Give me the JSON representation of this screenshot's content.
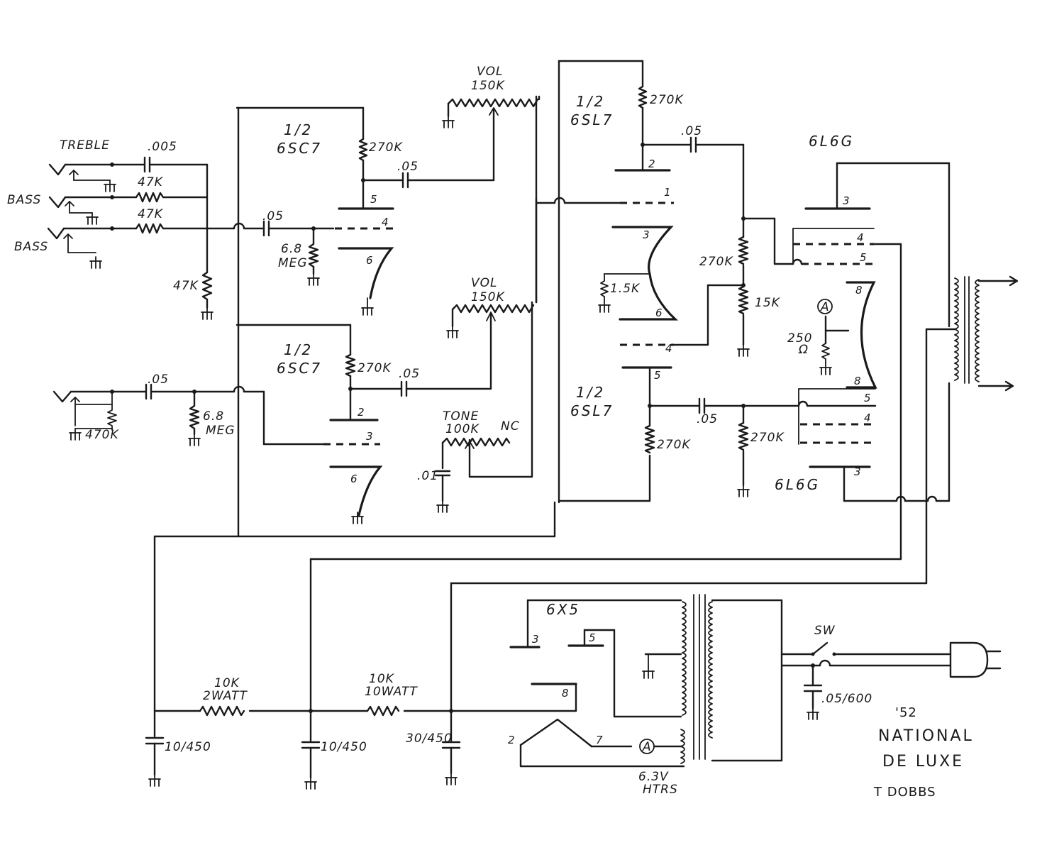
{
  "labels": {
    "treble": "TREBLE",
    "bass1": "BASS",
    "bass2": "BASS",
    "c_005": ".005",
    "r47k_a": "47K",
    "r47k_b": "47K",
    "r47k_c": "47K",
    "c05_in1": ".05",
    "meg68_a_val": "6.8",
    "meg68_a_unit": "MEG",
    "v1_half": "1/2",
    "v1_type": "6SC7",
    "r270k_v1a": "270K",
    "c05_v1a": ".05",
    "vol1_name": "VOL",
    "vol1_val": "150K",
    "v1b_half": "1/2",
    "v1b_type": "6SC7",
    "r270k_v1b": "270K",
    "c05_v1b": ".05",
    "vol2_name": "VOL",
    "vol2_val": "150K",
    "c05_in2": ".05",
    "r470k": "470K",
    "meg68_b_val": "6.8",
    "meg68_b_unit": "MEG",
    "tone_name": "TONE",
    "tone_val": "100K",
    "tone_nc": "NC",
    "c01": ".01",
    "v2a_half": "1/2",
    "v2a_type": "6SL7",
    "r270k_v2a": "270K",
    "c05_v2a": ".05",
    "r15k_cath": "1.5K",
    "r270k_pi": "270K",
    "r15k_pi": "15K",
    "v2b_half": "1/2",
    "v2b_type": "6SL7",
    "r270k_v2b": "270K",
    "c05_v2b": ".05",
    "r270k_grid": "270K",
    "out1": "6L6G",
    "out2": "6L6G",
    "r250": "250",
    "ohm": "Ω",
    "node_a": "A",
    "node_a2": "A",
    "rect": "6X5",
    "htrs_v": "6.3V",
    "htrs": "HTRS",
    "sw": "SW",
    "c05_600": ".05/600",
    "r10k_a": "10K",
    "r10k_a_w": "2WATT",
    "r10k_b": "10K",
    "r10k_b_w": "10WATT",
    "cap1": "10/450",
    "cap2": "10/450",
    "cap3": "30/450",
    "title_year": "'52",
    "title_1": "NATIONAL",
    "title_2": "DE LUXE",
    "author": "T DOBBS"
  },
  "pins": {
    "v1a_p": "5",
    "v1a_g": "4",
    "v1a_k": "6",
    "v1b_p": "2",
    "v1b_g": "3",
    "v1b_k": "6",
    "v2a_p": "2",
    "v2a_g": "1",
    "v2a_k": "3",
    "v2b_k": "6",
    "v2b_g": "4",
    "v2b_p": "5",
    "o1_p": "3",
    "o1_g1": "4",
    "o1_g2": "5",
    "o1_k": "8",
    "o2_k": "8",
    "o2_g2": "5",
    "o2_g1": "4",
    "o2_p": "3",
    "r_p1": "3",
    "r_p2": "5",
    "r_k": "8",
    "r_h1": "2",
    "r_h2": "7"
  }
}
